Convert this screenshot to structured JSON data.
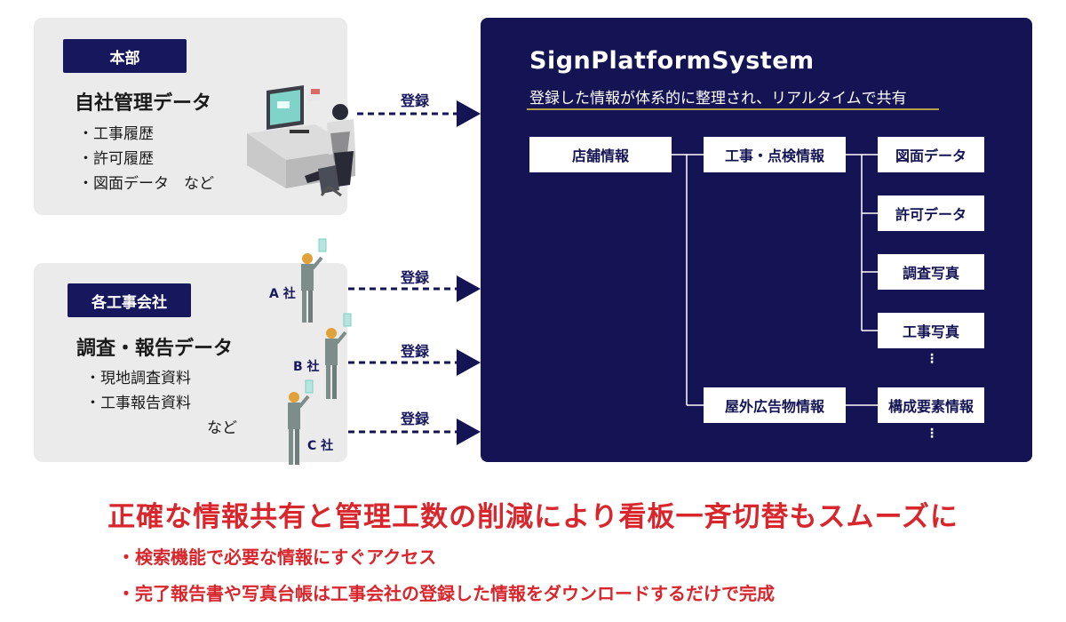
{
  "hq": {
    "tag": "本部",
    "title": "自社管理データ",
    "items": [
      "・工事履歴",
      "・許可履歴",
      "・図面データ　など"
    ]
  },
  "contractors": {
    "tag": "各工事会社",
    "title": "調査・報告データ",
    "items": [
      "・現地調査資料",
      "・工事報告資料"
    ],
    "etc": "など",
    "companies": [
      "A 社",
      "B 社",
      "C 社"
    ]
  },
  "register_label": "登録",
  "system": {
    "title": "SignPlatformSystem",
    "subtitle": "登録した情報が体系的に整理され、リアルタイムで共有",
    "nodes": {
      "store": "店舗情報",
      "construction": "工事・点検情報",
      "outdoor": "屋外広告物情報",
      "drawing": "図面データ",
      "permit": "許可データ",
      "survey_photo": "調査写真",
      "work_photo": "工事写真",
      "component": "構成要素情報"
    },
    "ellipsis": "⋮"
  },
  "headline": "正確な情報共有と管理工数の削減により看板一斉切替もスムーズに",
  "points": [
    "・検索機能で必要な情報にすぐアクセス",
    "・完了報告書や写真台帳は工事会社の登録した情報をダウンロードするだけで完成"
  ],
  "colors": {
    "navy": "#141455",
    "panel": "#ebebeb",
    "accent_red": "#d8262c",
    "gold_rule": "#b8a04a"
  },
  "icons": [
    "office-worker-at-desk-illustration",
    "construction-worker-illustration"
  ]
}
